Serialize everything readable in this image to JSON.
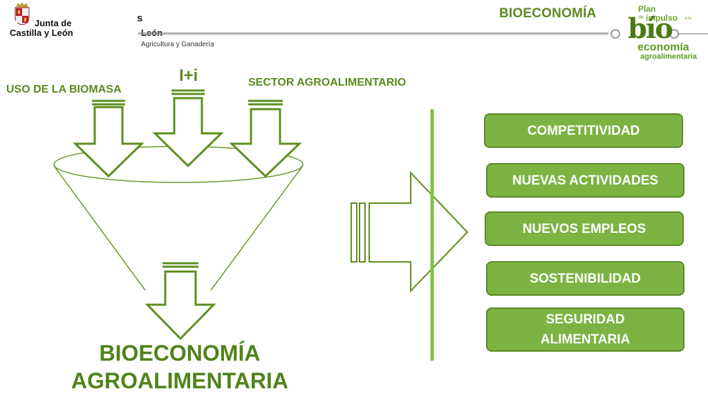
{
  "header": {
    "logo_line1": "Junta de",
    "logo_line2": "Castilla y León",
    "partial_s": "s",
    "partial_leon": "León",
    "partial_agri": "Agricultura y Ganadería",
    "title": "BIOECONOMÍA",
    "bio_logo": {
      "plan": "Plan",
      "de": "de",
      "impulso": "impulso",
      "ala": "a la",
      "bio": "bío",
      "economia": "economía",
      "agro": "agroalimentaria"
    }
  },
  "diagram": {
    "inputs": {
      "biomasa": "USO DE LA BIOMASA",
      "idi": "I+i",
      "sector": "SECTOR AGROALIMENTARIO"
    },
    "result_line1": "BIOECONOMÍA",
    "result_line2": "AGROALIMENTARIA",
    "outcomes": {
      "competitividad": "COMPETITIVIDAD",
      "nuevas_actividades": "NUEVAS ACTIVIDADES",
      "nuevos_empleos": "NUEVOS EMPLEOS",
      "sostenibilidad": "SOSTENIBILIDAD",
      "seguridad_1": "SEGURIDAD",
      "seguridad_2": "ALIMENTARIA"
    }
  },
  "colors": {
    "green_dark": "#5a8a24",
    "green_box": "#7cb342",
    "green_line": "#7cc242",
    "outline": "#6a9a2a"
  }
}
